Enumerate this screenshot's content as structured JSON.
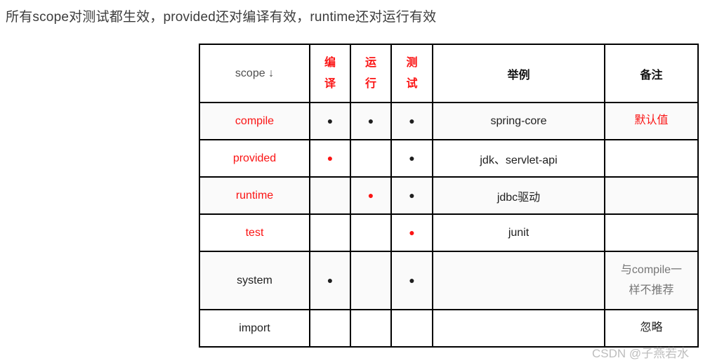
{
  "page": {
    "title": "所有scope对测试都生效，provided还对编译有效，runtime还对运行有效"
  },
  "table": {
    "headers": {
      "scope": "scope ↓",
      "compile": "编译",
      "run": "运行",
      "test": "测试",
      "example": "举例",
      "note": "备注"
    },
    "rows": [
      {
        "scope": "compile",
        "scope_color": "red",
        "cells": {
          "compile": {
            "dot": "●",
            "color": "black"
          },
          "run": {
            "dot": "●",
            "color": "black"
          },
          "test": {
            "dot": "●",
            "color": "black"
          }
        },
        "example": "spring-core",
        "note": "默认值",
        "note_color": "red"
      },
      {
        "scope": "provided",
        "scope_color": "red",
        "cells": {
          "compile": {
            "dot": "●",
            "color": "red"
          },
          "run": {
            "dot": "",
            "color": "black"
          },
          "test": {
            "dot": "●",
            "color": "black"
          }
        },
        "example": "jdk、servlet-api",
        "note": "",
        "note_color": "black"
      },
      {
        "scope": "runtime",
        "scope_color": "red",
        "cells": {
          "compile": {
            "dot": "",
            "color": "black"
          },
          "run": {
            "dot": "●",
            "color": "red"
          },
          "test": {
            "dot": "●",
            "color": "black"
          }
        },
        "example": "jdbc驱动",
        "note": "",
        "note_color": "black"
      },
      {
        "scope": "test",
        "scope_color": "red",
        "cells": {
          "compile": {
            "dot": "",
            "color": "black"
          },
          "run": {
            "dot": "",
            "color": "black"
          },
          "test": {
            "dot": "●",
            "color": "red"
          }
        },
        "example": "junit",
        "note": "",
        "note_color": "black"
      },
      {
        "scope": "system",
        "scope_color": "black",
        "cells": {
          "compile": {
            "dot": "●",
            "color": "black"
          },
          "run": {
            "dot": "",
            "color": "black"
          },
          "test": {
            "dot": "●",
            "color": "black"
          }
        },
        "example": "",
        "note": "与compile一样不推荐",
        "note_color": "gray"
      },
      {
        "scope": "import",
        "scope_color": "black",
        "cells": {
          "compile": {
            "dot": "",
            "color": "black"
          },
          "run": {
            "dot": "",
            "color": "black"
          },
          "test": {
            "dot": "",
            "color": "black"
          }
        },
        "example": "",
        "note": "忽略",
        "note_color": "black"
      }
    ]
  },
  "watermark": "CSDN @子燕若水",
  "colors": {
    "red": "#fb1414",
    "title_text": "#3c3c3c",
    "scope_header_text": "#4f4f4f",
    "body_text": "#1f1f1f",
    "note_gray": "#767676",
    "row_stripe": "#fafafa",
    "border": "#000000",
    "watermark": "#bdbdbd",
    "page_bg": "#ffffff"
  }
}
